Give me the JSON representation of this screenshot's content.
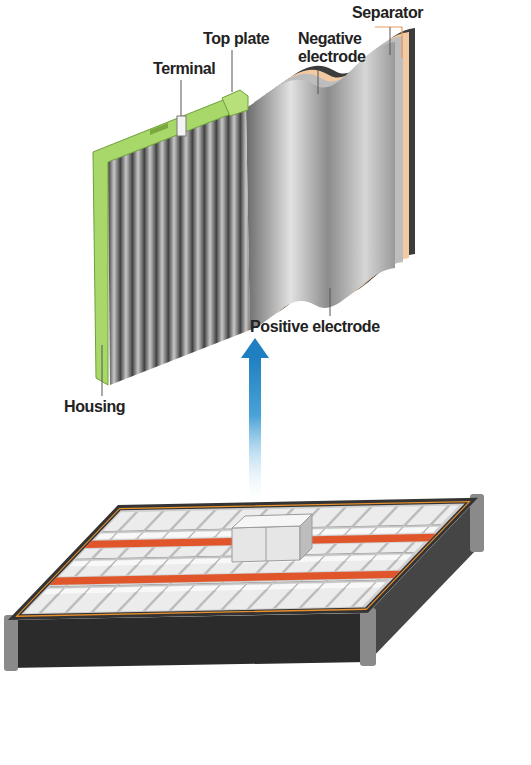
{
  "diagram": {
    "labels": [
      "Separator",
      "Top plate",
      "Negative electrode",
      "Terminal",
      "Positive electrode",
      "Housing"
    ]
  }
}
